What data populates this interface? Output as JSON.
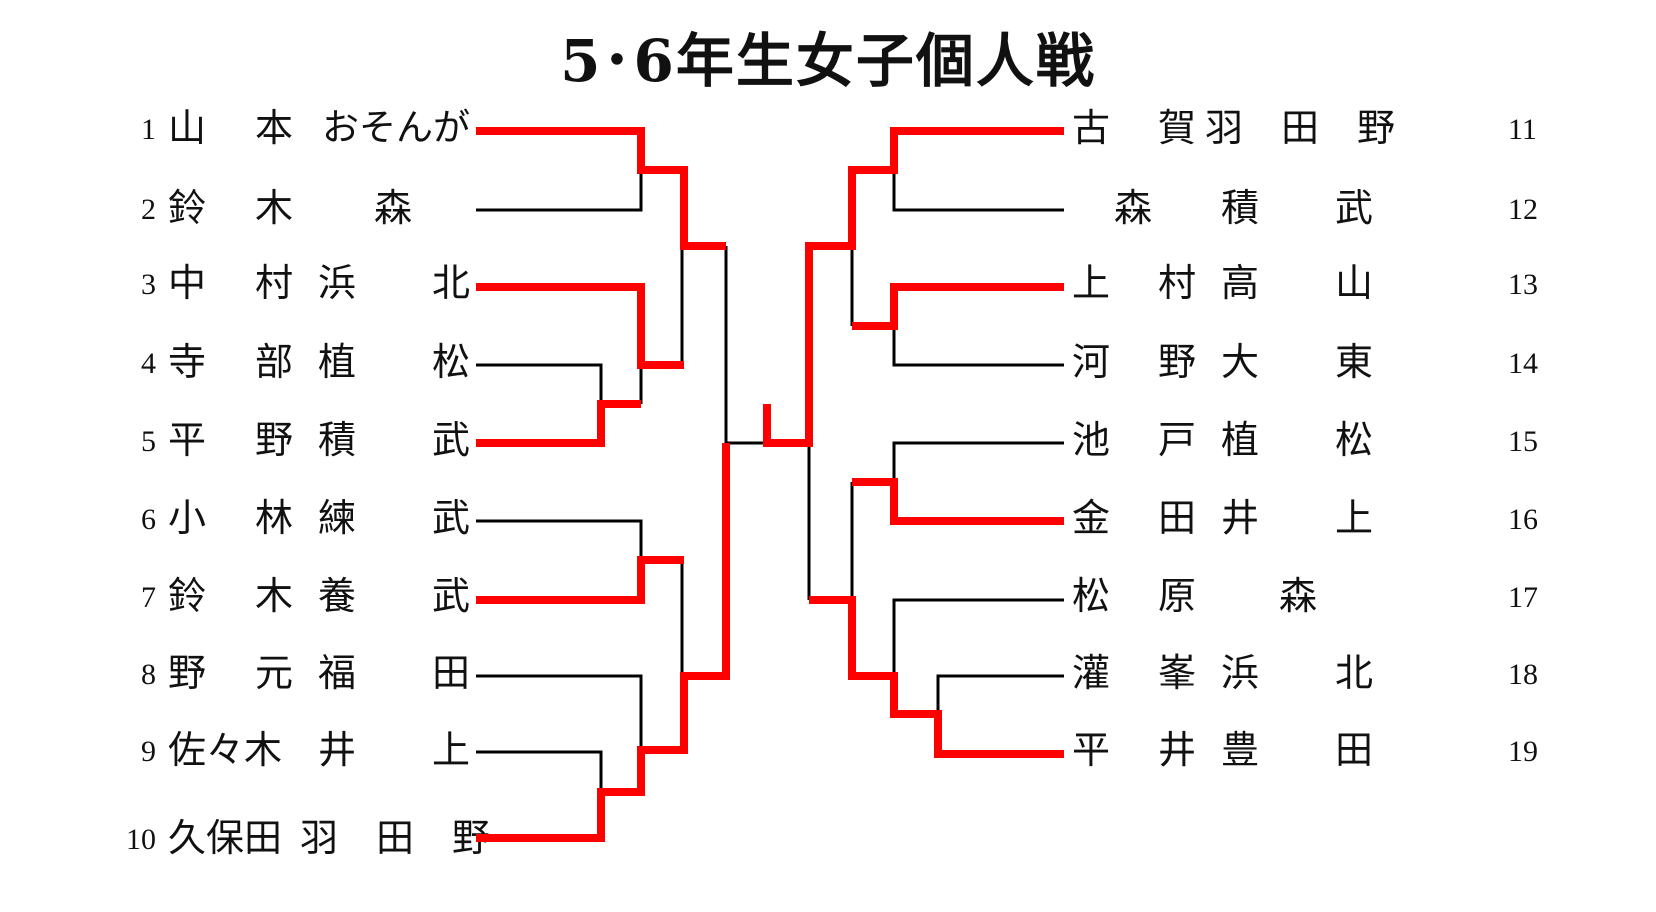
{
  "title": "5･6年生女子個人戦",
  "left_players": [
    {
      "no": "1",
      "surname": "山",
      "given": "本",
      "team": "おそんが"
    },
    {
      "no": "2",
      "surname": "鈴",
      "given": "木",
      "team": "森"
    },
    {
      "no": "3",
      "surname": "中",
      "given": "村",
      "team": "浜　　北"
    },
    {
      "no": "4",
      "surname": "寺",
      "given": "部",
      "team": "植　　松"
    },
    {
      "no": "5",
      "surname": "平",
      "given": "野",
      "team": "積　　武"
    },
    {
      "no": "6",
      "surname": "小",
      "given": "林",
      "team": "練　　武"
    },
    {
      "no": "7",
      "surname": "鈴",
      "given": "木",
      "team": "養　　武"
    },
    {
      "no": "8",
      "surname": "野",
      "given": "元",
      "team": "福　　田"
    },
    {
      "no": "9",
      "surname": "佐々木",
      "given": "",
      "team": "井　　上"
    },
    {
      "no": "10",
      "surname": "久保田",
      "given": "",
      "team": "羽　田　野"
    }
  ],
  "right_players": [
    {
      "no": "11",
      "surname": "古",
      "given": "賀",
      "team": "羽　田　野"
    },
    {
      "no": "12",
      "surname": "森",
      "given": "",
      "team": "積　　武"
    },
    {
      "no": "13",
      "surname": "上",
      "given": "村",
      "team": "高　　山"
    },
    {
      "no": "14",
      "surname": "河",
      "given": "野",
      "team": "大　　東"
    },
    {
      "no": "15",
      "surname": "池",
      "given": "戸",
      "team": "植　　松"
    },
    {
      "no": "16",
      "surname": "金",
      "given": "田",
      "team": "井　　上"
    },
    {
      "no": "17",
      "surname": "松",
      "given": "原",
      "team": "森"
    },
    {
      "no": "18",
      "surname": "灌",
      "given": "峯",
      "team": "浜　　北"
    },
    {
      "no": "19",
      "surname": "平",
      "given": "井",
      "team": "豊　　田"
    }
  ],
  "colors": {
    "winner_line": "#ff0000",
    "bracket_line": "#000000",
    "text": "#111111"
  }
}
